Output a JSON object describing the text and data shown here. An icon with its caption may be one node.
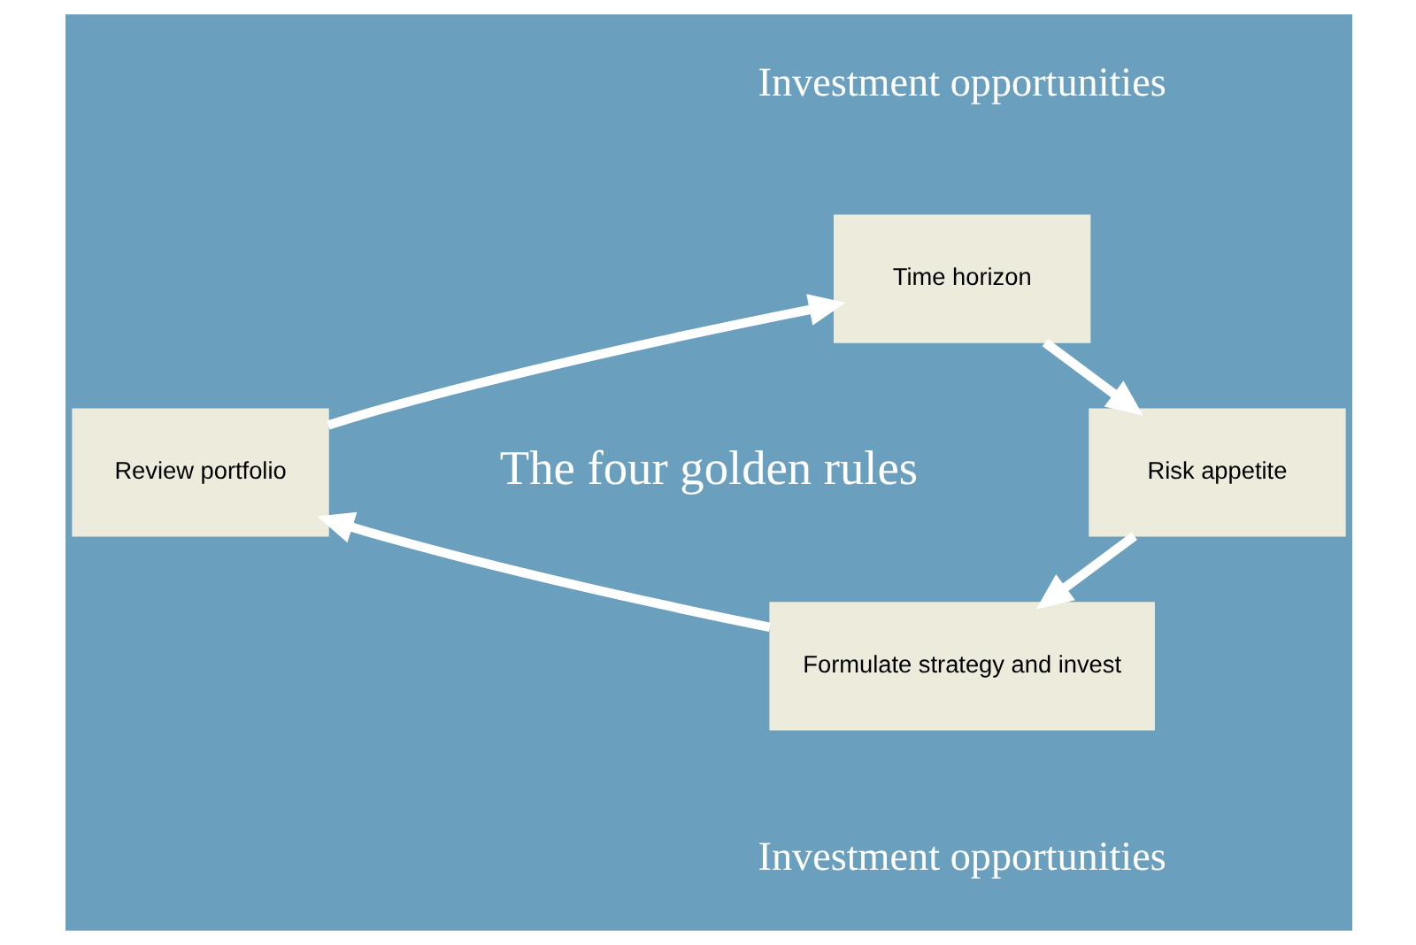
{
  "diagram": {
    "nodes": [
      {
        "text": [
          "Time horizon"
        ]
      },
      {
        "text": [
          "Risk appetite"
        ]
      },
      {
        "text": [
          "Formulate strategy and invest"
        ]
      },
      {
        "text": [
          "Review portfolio"
        ]
      }
    ],
    "edges": [
      {
        "from": 0,
        "to": 1,
        "arrow": "to"
      },
      {
        "from": 1,
        "to": 2,
        "arrow": "to"
      },
      {
        "from": 2,
        "to": 3,
        "arrow": "to"
      },
      {
        "from": 3,
        "to": 0,
        "arrow": "to"
      }
    ],
    "labels": [
      "Investment opportunities",
      "The four golden rules",
      "Investment opportunities"
    ]
  }
}
